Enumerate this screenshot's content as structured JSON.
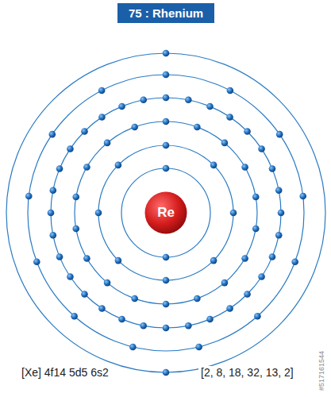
{
  "diagram": {
    "title": "75 : Rhenium",
    "nodes": [
      {
        "text": [
          "Re"
        ]
      }
    ],
    "labels": [
      "[Xe] 4f14 5d5 6s2",
      "[2, 8, 18, 32, 13, 2]",
      "#517161544"
    ]
  }
}
